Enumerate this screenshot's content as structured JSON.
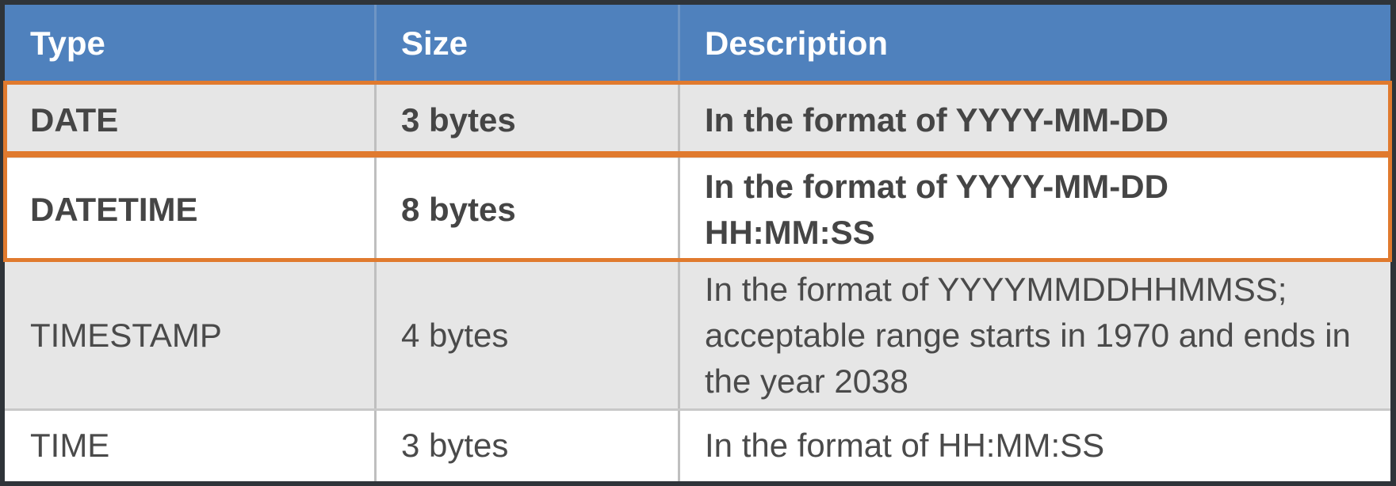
{
  "table": {
    "headers": [
      "Type",
      "Size",
      "Description"
    ],
    "rows": [
      {
        "type": "DATE",
        "size": "3 bytes",
        "description": "In the format of YYYY-MM-DD",
        "highlighted": true
      },
      {
        "type": "DATETIME",
        "size": "8 bytes",
        "description": "In the format of YYYY-MM-DD HH:MM:SS",
        "highlighted": true
      },
      {
        "type": "TIMESTAMP",
        "size": "4 bytes",
        "description": "In the format of YYYYMMDDHHMMSS; acceptable range starts in 1970 and ends in the year 2038",
        "highlighted": false
      },
      {
        "type": "TIME",
        "size": "3 bytes",
        "description": "In the format of HH:MM:SS",
        "highlighted": false
      }
    ]
  },
  "colors": {
    "header_background": "#4f81bd",
    "highlight_border": "#e07a2e",
    "row_alt_background": "#e6e6e6",
    "row_background": "#ffffff"
  }
}
